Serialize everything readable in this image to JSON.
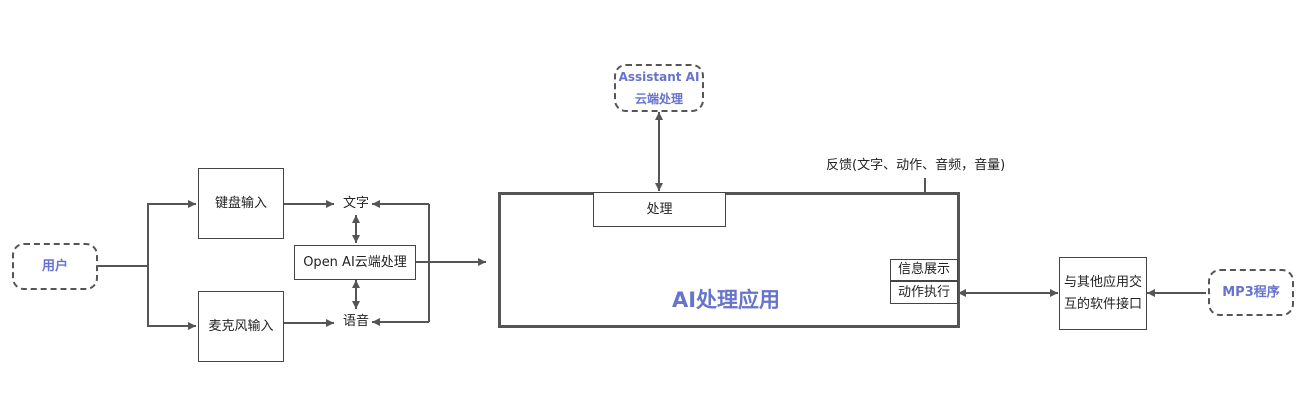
{
  "nodes": {
    "user": "用户",
    "keyboard": "键盘输入",
    "microphone": "麦克风输入",
    "text": "文字",
    "voice": "语音",
    "openai": "Open AI云端处理",
    "assistant_line1": "Assistant AI",
    "assistant_line2": "云端处理",
    "process": "处理",
    "ai_app": "AI处理应用",
    "feedback": "反馈(文字、动作、音频，音量)",
    "info_display": "信息展示",
    "action_exec": "动作执行",
    "interface_line1": "与其他应用交",
    "interface_line2": "互的软件接口",
    "mp3": "MP3程序"
  },
  "colors": {
    "accent": "#6674cc",
    "line": "#555555"
  }
}
